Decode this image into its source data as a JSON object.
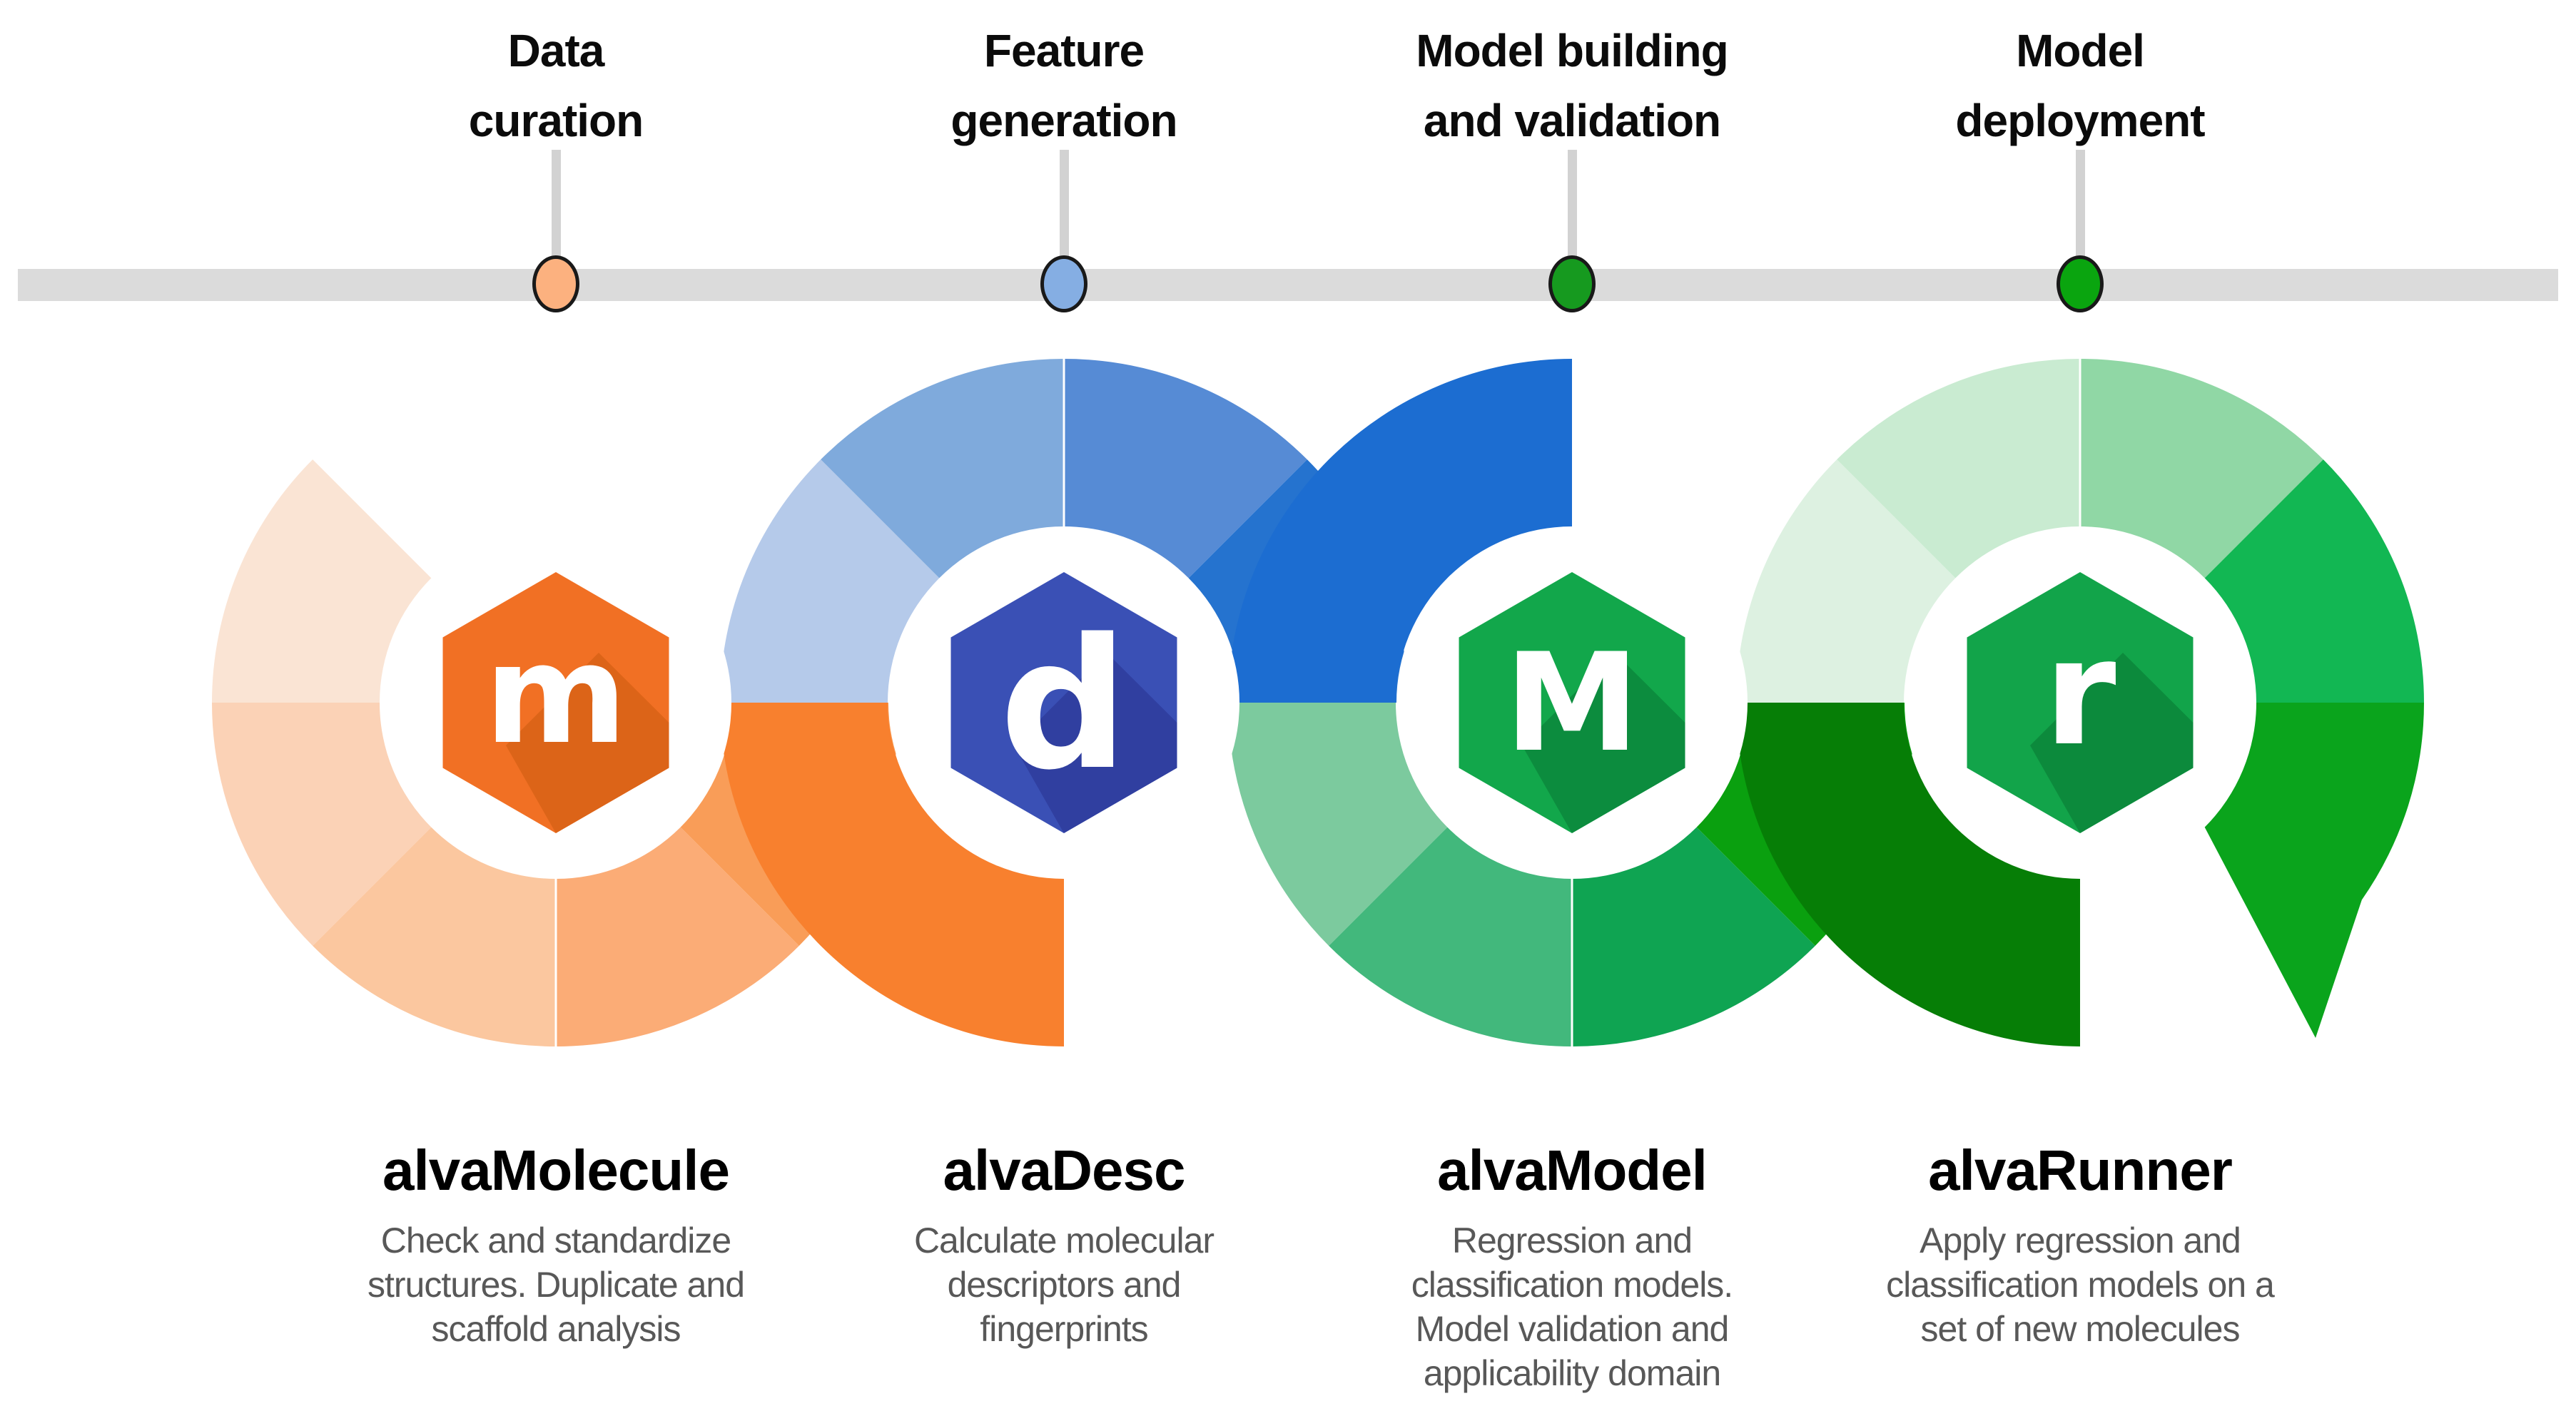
{
  "figure": {
    "background": "#FFFFFF"
  },
  "timeline": {
    "bar_color": "#DBDBDB",
    "stem_color": "#D2D2D2",
    "marker_outline": "#191919",
    "stages": [
      {
        "label": "Data\ncuration",
        "marker_color": "#FCB17F"
      },
      {
        "label": "Feature\ngeneration",
        "marker_color": "#85AEE3"
      },
      {
        "label": "Model building\nand validation",
        "marker_color": "#169A1F"
      },
      {
        "label": "Model\ndeployment",
        "marker_color": "#0AA50F"
      }
    ]
  },
  "snake": {
    "seam_color": "#FFFFFF",
    "rings": [
      {
        "product": "alvaMolecule",
        "seam": 270,
        "segments": [
          {
            "from": 135,
            "to": 180,
            "color": "#FAE4D4"
          },
          {
            "from": 180,
            "to": 225,
            "color": "#FBD2B6"
          },
          {
            "from": 225,
            "to": 270,
            "color": "#FBC79F"
          },
          {
            "from": 270,
            "to": 315,
            "color": "#FBAC76"
          },
          {
            "from": 315,
            "to": 360,
            "color": "#F99D58"
          }
        ]
      },
      {
        "product": "alvaDesc",
        "seam": 90,
        "segments": [
          {
            "from": 180,
            "to": 270,
            "color": "#F8802E"
          },
          {
            "from": 135,
            "to": 180,
            "color": "#B5CAEA"
          },
          {
            "from": 90,
            "to": 135,
            "color": "#7FAADC"
          },
          {
            "from": 45,
            "to": 90,
            "color": "#568BD5"
          },
          {
            "from": 0,
            "to": 45,
            "color": "#2573CF"
          }
        ]
      },
      {
        "product": "alvaModel",
        "seam": 270,
        "segments": [
          {
            "from": 90,
            "to": 180,
            "color": "#1C6DD1"
          },
          {
            "from": 180,
            "to": 225,
            "color": "#7CCA9E"
          },
          {
            "from": 225,
            "to": 270,
            "color": "#42B87C"
          },
          {
            "from": 270,
            "to": 315,
            "color": "#0FA452"
          },
          {
            "from": 315,
            "to": 360,
            "color": "#0AA00F"
          }
        ]
      },
      {
        "product": "alvaRunner",
        "seam": 90,
        "segments": [
          {
            "from": 180,
            "to": 270,
            "color": "#067E06"
          },
          {
            "from": 135,
            "to": 180,
            "color": "#DDF1E1"
          },
          {
            "from": 90,
            "to": 135,
            "color": "#C9EBD1"
          },
          {
            "from": 45,
            "to": 90,
            "color": "#90D7A5"
          },
          {
            "from": 0,
            "to": 45,
            "color": "#12B753"
          }
        ],
        "tail_color": "#0AA41C"
      }
    ]
  },
  "hexagons": [
    {
      "letter": "m",
      "fill": "#F17024",
      "shadow": "#DC6418",
      "letter_color": "#FFFFFF"
    },
    {
      "letter": "d",
      "fill": "#3A50B5",
      "shadow": "#303FA0",
      "letter_color": "#FFFFFF"
    },
    {
      "letter": "M",
      "fill": "#12A74B",
      "shadow": "#0C8C3E",
      "letter_color": "#FFFFFF"
    },
    {
      "letter": "r",
      "fill": "#12A44A",
      "shadow": "#0C8A3C",
      "letter_color": "#FFFFFF"
    }
  ],
  "products": [
    {
      "name": "alvaMolecule",
      "desc": "Check and standardize\nstructures. Duplicate and\nscaffold analysis"
    },
    {
      "name": "alvaDesc",
      "desc": "Calculate molecular\ndescriptors and\nfingerprints"
    },
    {
      "name": "alvaModel",
      "desc": "Regression and\nclassification models.\nModel validation and\napplicability domain"
    },
    {
      "name": "alvaRunner",
      "desc": "Apply regression and\nclassification models on a\nset of new molecules"
    }
  ]
}
